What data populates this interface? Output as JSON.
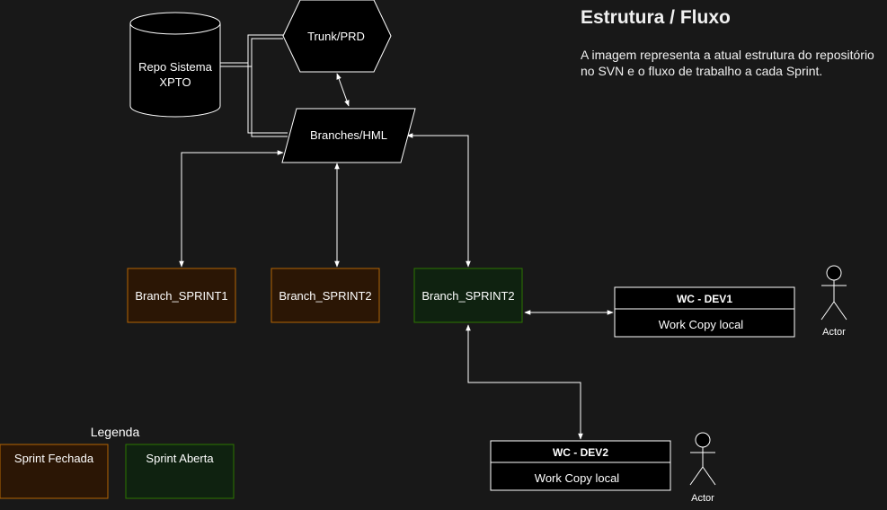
{
  "header": {
    "title": "Estrutura / Fluxo",
    "description": "A imagem representa a atual estrutura do repositório no SVN e o fluxo de trabalho a cada Sprint."
  },
  "nodes": {
    "repo": {
      "line1": "Repo Sistema",
      "line2": "XPTO"
    },
    "trunk": {
      "label": "Trunk/PRD"
    },
    "branches": {
      "label": "Branches/HML"
    },
    "sprint1": {
      "label": "Branch_SPRINT1"
    },
    "sprint2_closed": {
      "label": "Branch_SPRINT2"
    },
    "sprint2_open": {
      "label": "Branch_SPRINT2"
    }
  },
  "workcopies": {
    "dev1": {
      "title": "WC - DEV1",
      "body": "Work Copy local"
    },
    "dev2": {
      "title": "WC - DEV2",
      "body": "Work Copy local"
    }
  },
  "actors": {
    "actor1": {
      "label": "Actor"
    },
    "actor2": {
      "label": "Actor"
    }
  },
  "legend": {
    "title": "Legenda",
    "closed": "Sprint Fechada",
    "open": "Sprint Aberta"
  },
  "colors": {
    "background": "#181818",
    "closed_fill": "#2b1605",
    "closed_stroke": "#b46504",
    "open_fill": "#0f2210",
    "open_stroke": "#2d7600",
    "line": "#ffffff"
  }
}
